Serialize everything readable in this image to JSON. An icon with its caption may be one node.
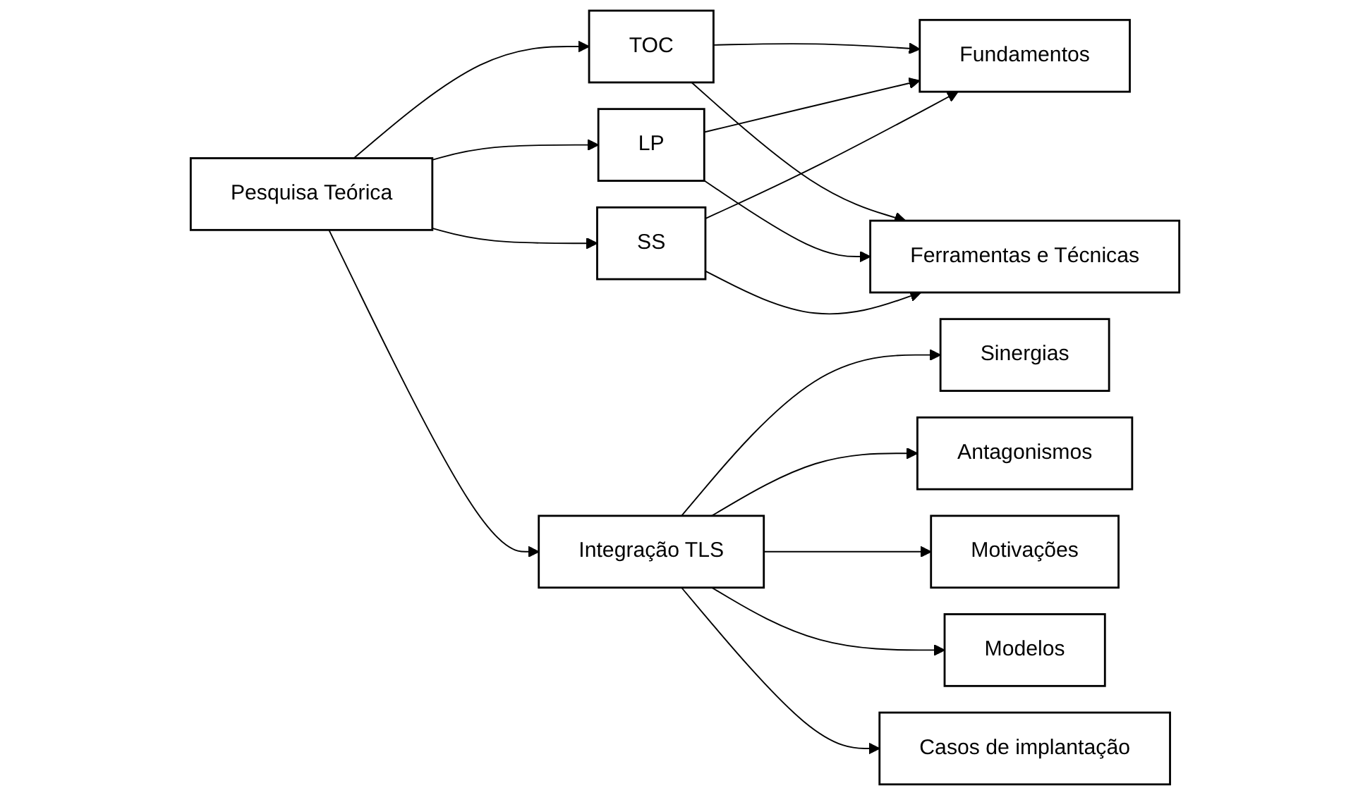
{
  "diagram": {
    "nodes": [
      {
        "text": [
          "Pesquisa Teórica"
        ]
      },
      {
        "text": [
          "TOC"
        ]
      },
      {
        "text": [
          "LP"
        ]
      },
      {
        "text": [
          "SS"
        ]
      },
      {
        "text": [
          "Integração TLS"
        ]
      },
      {
        "text": [
          "Fundamentos"
        ]
      },
      {
        "text": [
          "Ferramentas e Técnicas"
        ]
      },
      {
        "text": [
          "Sinergias"
        ]
      },
      {
        "text": [
          "Antagonismos"
        ]
      },
      {
        "text": [
          "Motivações"
        ]
      },
      {
        "text": [
          "Modelos"
        ]
      },
      {
        "text": [
          "Casos de implantação"
        ]
      }
    ],
    "edges": [
      {
        "from": 0,
        "to": 1,
        "arrow": "to"
      },
      {
        "from": 0,
        "to": 2,
        "arrow": "to"
      },
      {
        "from": 0,
        "to": 3,
        "arrow": "to"
      },
      {
        "from": 0,
        "to": 4,
        "arrow": "to"
      },
      {
        "from": 1,
        "to": 5,
        "arrow": "to"
      },
      {
        "from": 1,
        "to": 6,
        "arrow": "to"
      },
      {
        "from": 2,
        "to": 5,
        "arrow": "to"
      },
      {
        "from": 2,
        "to": 6,
        "arrow": "to"
      },
      {
        "from": 3,
        "to": 5,
        "arrow": "to"
      },
      {
        "from": 3,
        "to": 6,
        "arrow": "to"
      },
      {
        "from": 4,
        "to": 7,
        "arrow": "to"
      },
      {
        "from": 4,
        "to": 8,
        "arrow": "to"
      },
      {
        "from": 4,
        "to": 9,
        "arrow": "to"
      },
      {
        "from": 4,
        "to": 10,
        "arrow": "to"
      },
      {
        "from": 4,
        "to": 11,
        "arrow": "to"
      }
    ]
  }
}
